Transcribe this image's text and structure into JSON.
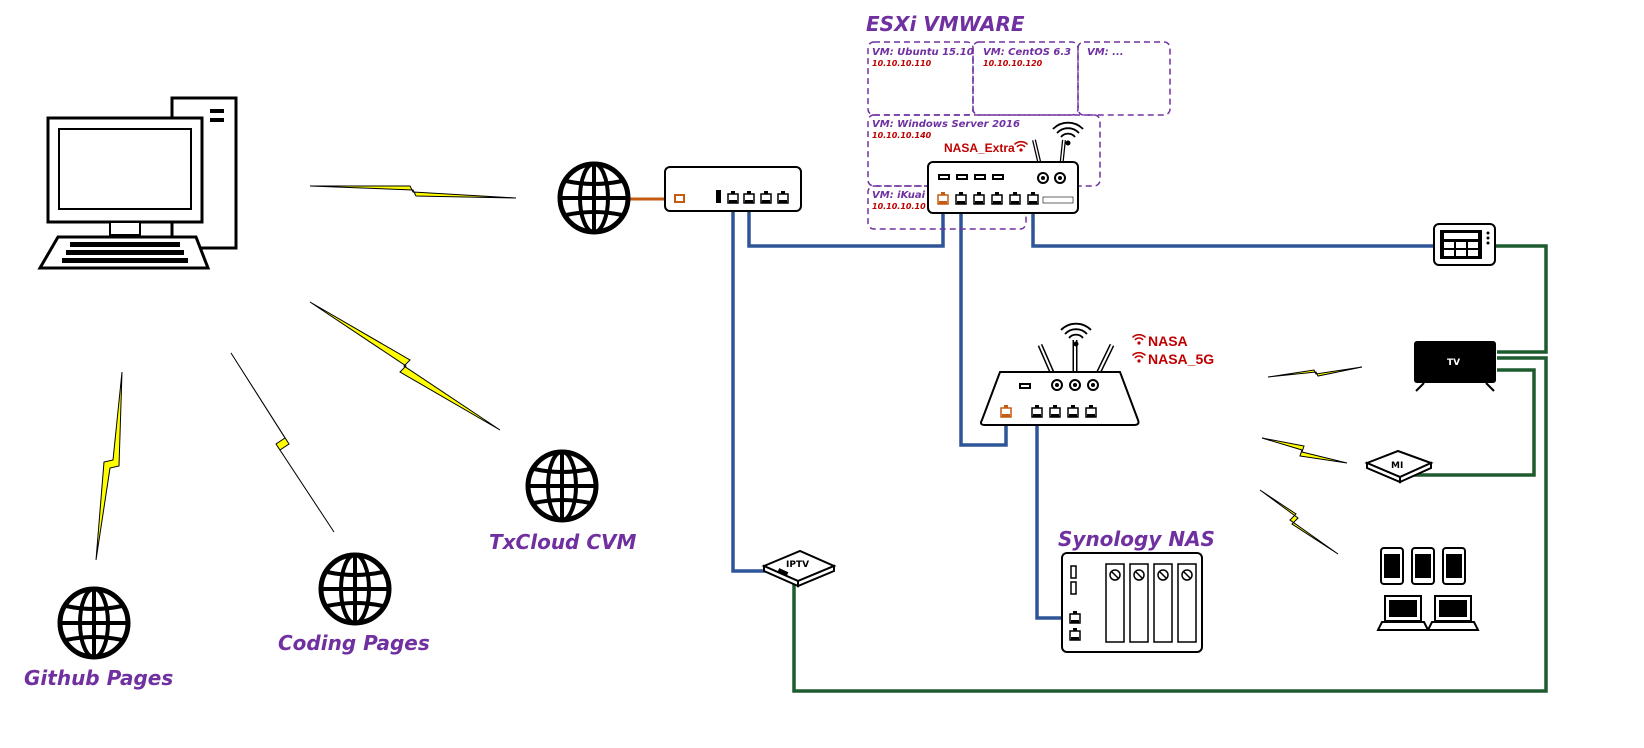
{
  "esxi": {
    "title": "ESXi VMWARE",
    "vms": [
      {
        "name": "VM: Ubuntu 15.10",
        "ip": "10.10.10.110"
      },
      {
        "name": "VM: CentOS 6.3",
        "ip": "10.10.10.120"
      },
      {
        "name": "VM: ...",
        "ip": ""
      },
      {
        "name": "VM: Windows Server 2016",
        "ip": "10.10.10.140"
      },
      {
        "name": "VM: iKuai",
        "ip": "10.10.10.10"
      }
    ]
  },
  "wifi": {
    "extra": "NASA_Extra",
    "main": "NASA",
    "five_g": "NASA_5G"
  },
  "cloud": {
    "txcloud": "TxCloud CVM",
    "coding": "Coding Pages",
    "github": "Github Pages"
  },
  "devices": {
    "nas": "Synology NAS",
    "iptv": "IPTV",
    "tv": "TV",
    "mi": "MI"
  },
  "colors": {
    "ethernet": "#2e5597",
    "hdmi": "#1e5c2f",
    "wan": "#c55a11",
    "label_purple": "#7030a0",
    "label_red": "#c00000",
    "lightning": "#ffff00"
  },
  "icons": [
    "desktop-computer-icon",
    "globe-icon",
    "modem-icon",
    "router-icon",
    "wifi-icon",
    "tablet-panel-icon",
    "tv-icon",
    "settop-box-icon",
    "nas-icon",
    "phone-icon",
    "laptop-icon",
    "lightning-link-icon"
  ]
}
